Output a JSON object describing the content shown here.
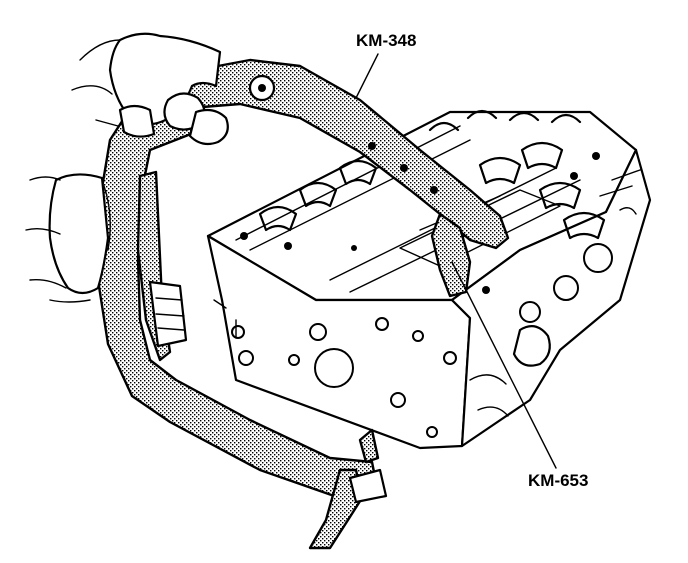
{
  "figure": {
    "callouts": [
      {
        "id": "km348",
        "label": "KM-348"
      },
      {
        "id": "km653",
        "label": "KM-653"
      }
    ]
  },
  "colors": {
    "ink": "#000000",
    "background": "#ffffff",
    "stipple": "#b8b8b8"
  },
  "icons": [
    "valve-spring-compressor-illustration",
    "cylinder-head-illustration",
    "hand-illustration"
  ]
}
